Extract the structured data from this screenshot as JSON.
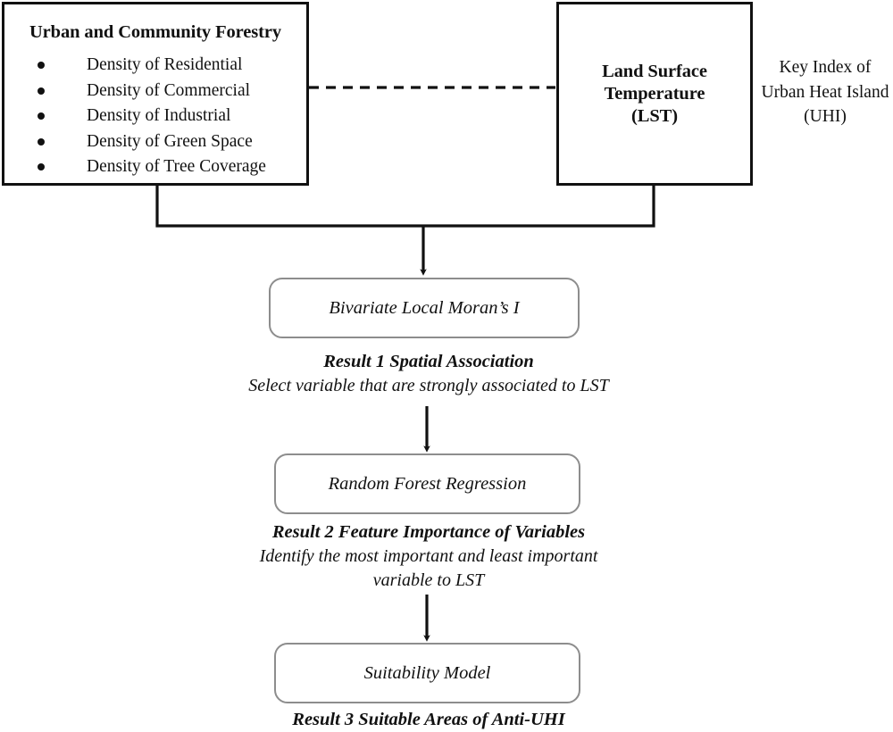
{
  "diagram": {
    "title": "Urban Heat Island analysis workflow",
    "colors": {
      "hard_border": "#111111",
      "round_border": "#8d8d8d",
      "connector": "#111111",
      "background": "#ffffff"
    }
  },
  "inputs": {
    "forestry": {
      "title": "Urban and Community Forestry",
      "items": [
        "Density of Residential",
        "Density of Commercial",
        "Density of Industrial",
        "Density of Green Space",
        "Density of Tree Coverage"
      ]
    },
    "lst": {
      "line1": "Land Surface",
      "line2": "Temperature",
      "line3": "(LST)"
    },
    "key_index_note": {
      "line1": "Key Index of",
      "line2": "Urban Heat Island",
      "line3": "(UHI)"
    }
  },
  "steps": [
    {
      "box_label": "Bivariate Local Moran’s I",
      "result_title": "Result 1 Spatial Association",
      "result_desc_line1": "Select variable that are strongly associated to LST",
      "result_desc_line2": ""
    },
    {
      "box_label": "Random Forest Regression",
      "result_title": "Result 2 Feature Importance of Variables",
      "result_desc_line1": "Identify the most important and least important",
      "result_desc_line2": "variable to LST"
    },
    {
      "box_label": "Suitability Model",
      "result_title": "Result 3 Suitable Areas of Anti-UHI",
      "result_desc_line1": "",
      "result_desc_line2": ""
    }
  ],
  "connectors": {
    "association_link": "dashed-line-forestry-to-lst",
    "merge_arrow": "arrow-to-moran",
    "arrow_moran_to_rf": "arrow-down",
    "arrow_rf_to_suit": "arrow-down"
  }
}
